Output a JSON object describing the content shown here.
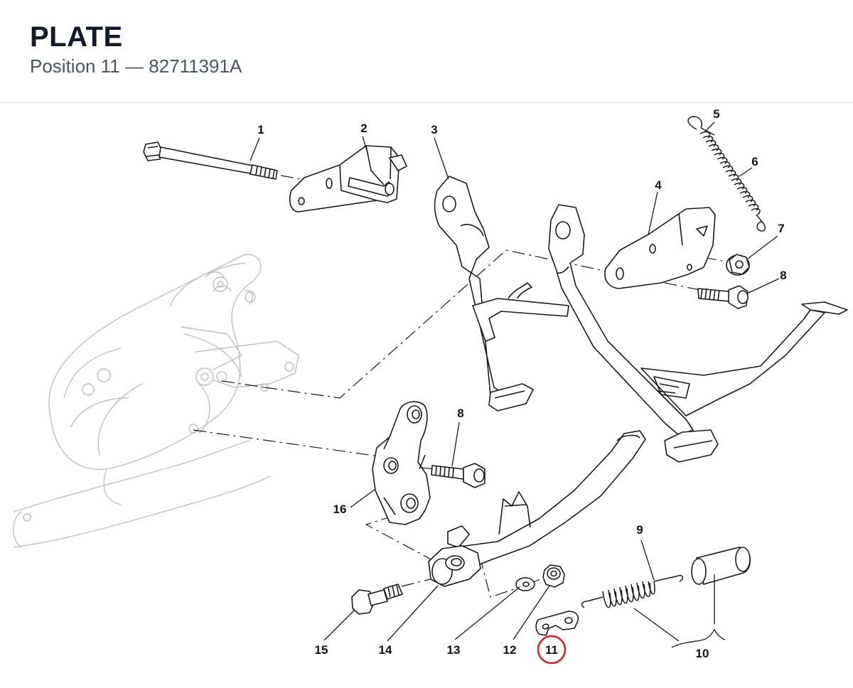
{
  "header": {
    "title": "PLATE",
    "position_label": "Position 11",
    "separator": "—",
    "part_number": "82711391A"
  },
  "highlight": {
    "position": "11",
    "color": "#d0212a"
  },
  "callouts": [
    {
      "id": "1",
      "label": "1"
    },
    {
      "id": "2",
      "label": "2"
    },
    {
      "id": "3",
      "label": "3"
    },
    {
      "id": "4",
      "label": "4"
    },
    {
      "id": "5",
      "label": "5"
    },
    {
      "id": "6",
      "label": "6"
    },
    {
      "id": "7",
      "label": "7"
    },
    {
      "id": "8a",
      "label": "8"
    },
    {
      "id": "8b",
      "label": "8"
    },
    {
      "id": "9",
      "label": "9"
    },
    {
      "id": "10",
      "label": "10"
    },
    {
      "id": "11",
      "label": "11"
    },
    {
      "id": "12",
      "label": "12"
    },
    {
      "id": "13",
      "label": "13"
    },
    {
      "id": "14",
      "label": "14"
    },
    {
      "id": "15",
      "label": "15"
    },
    {
      "id": "16",
      "label": "16"
    }
  ]
}
